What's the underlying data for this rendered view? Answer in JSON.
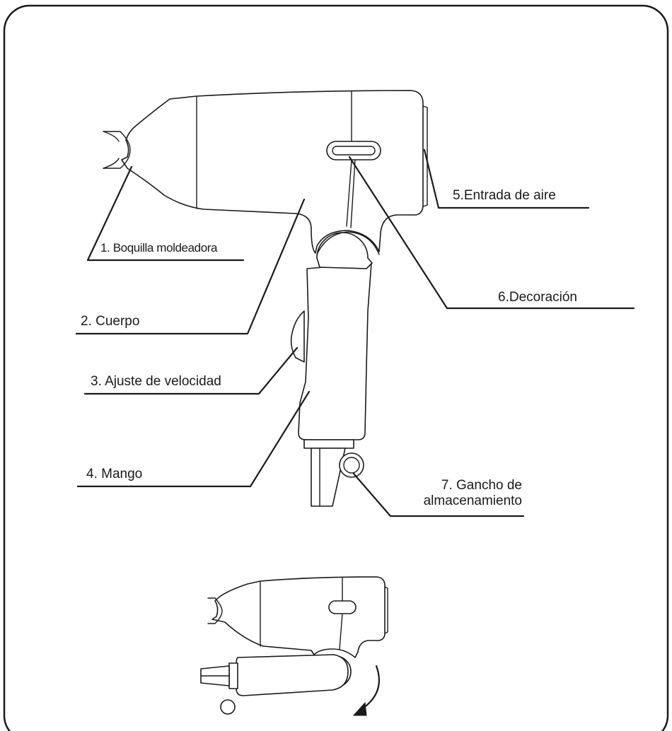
{
  "labels": {
    "nozzle": "1. Boquilla moldeadora",
    "body": "2. Cuerpo",
    "speed": "3. Ajuste de velocidad",
    "handle": "4. Mango",
    "air_inlet": "5.Entrada de aire",
    "decoration": "6.Decoración",
    "hook_line1": "7. Gancho de",
    "hook_line2": "almacenamiento"
  },
  "icons": {
    "main": "hair-dryer-outline",
    "folded": "folded-hair-dryer-outline",
    "arrow": "curved-fold-arrow"
  }
}
